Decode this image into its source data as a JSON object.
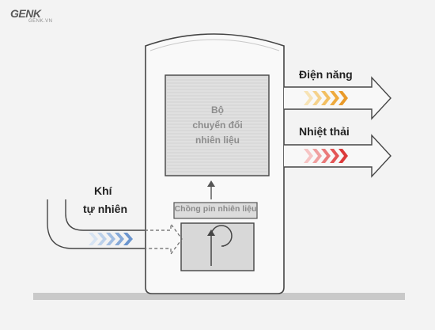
{
  "logo": {
    "name": "GENK",
    "site": "GENK.VN"
  },
  "labels": {
    "electric": "Điện năng",
    "heat": "Nhiệt thải",
    "gas_line1": "Khí",
    "gas_line2": "tự nhiên",
    "converter_line1": "Bộ",
    "converter_line2": "chuyển đổi",
    "converter_line3": "nhiên liệu",
    "fuel_stack": "Chồng pin nhiên liệu"
  },
  "colors": {
    "background": "#f3f3f3",
    "cabinet": "#f8f8f8",
    "converter": "#d8d8d8",
    "outline": "#454545",
    "electric_chevrons": [
      "#f7e3b5",
      "#f5d28c",
      "#f2bf62",
      "#eeaa3e",
      "#e99a2a"
    ],
    "heat_chevrons": [
      "#f6c4c4",
      "#f0a0a0",
      "#ea7a7a",
      "#e35656",
      "#dc3a3a"
    ],
    "gas_chevrons": [
      "#d7e4f3",
      "#bcd1eb",
      "#a1bde2",
      "#86a9d8",
      "#6b95ce"
    ]
  }
}
